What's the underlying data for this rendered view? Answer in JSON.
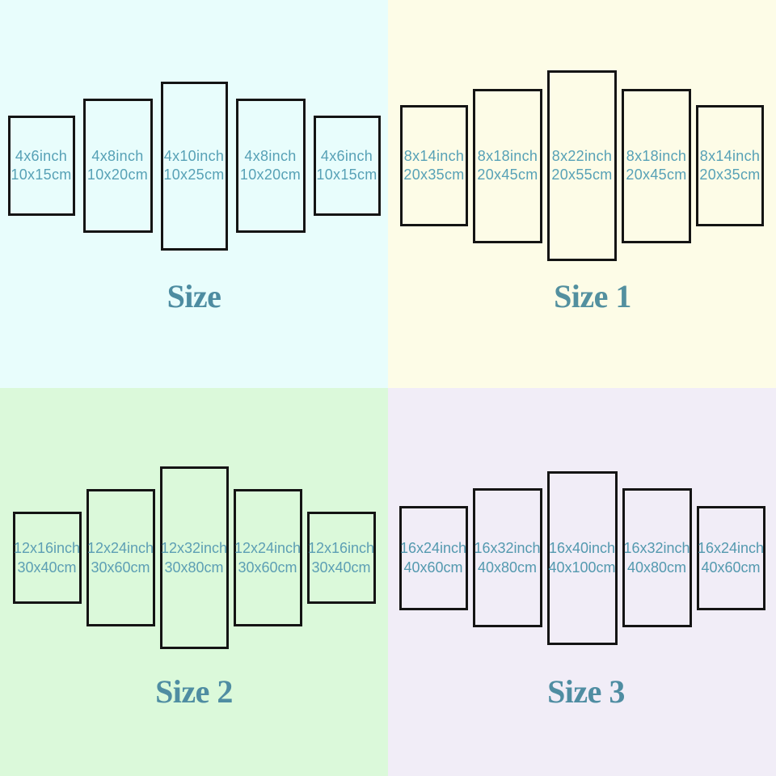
{
  "image_type": "canvas-wall-art-5-panel-size-chart",
  "quadrants": [
    {
      "title": "Size",
      "background": "#e8fdfc",
      "panel_text_color": "#57a1b6",
      "title_color": "#4d8ca1",
      "panels": [
        {
          "line1": "4x6inch",
          "line2": "10x15cm"
        },
        {
          "line1": "4x8inch",
          "line2": "10x20cm"
        },
        {
          "line1": "4x10inch",
          "line2": "10x25cm"
        },
        {
          "line1": "4x8inch",
          "line2": "10x20cm"
        },
        {
          "line1": "4x6inch",
          "line2": "10x15cm"
        }
      ]
    },
    {
      "title": "Size 1",
      "background": "#fdfce7",
      "panel_text_color": "#57a1b6",
      "title_color": "#53909f",
      "panels": [
        {
          "line1": "8x14inch",
          "line2": "20x35cm"
        },
        {
          "line1": "8x18inch",
          "line2": "20x45cm"
        },
        {
          "line1": "8x22inch",
          "line2": "20x55cm"
        },
        {
          "line1": "8x18inch",
          "line2": "20x45cm"
        },
        {
          "line1": "8x14inch",
          "line2": "20x35cm"
        }
      ]
    },
    {
      "title": "Size 2",
      "background": "#dbf9da",
      "panel_text_color": "#5d9fb4",
      "title_color": "#4f8da2",
      "panels": [
        {
          "line1": "12x16inch",
          "line2": "30x40cm"
        },
        {
          "line1": "12x24inch",
          "line2": "30x60cm"
        },
        {
          "line1": "12x32inch",
          "line2": "30x80cm"
        },
        {
          "line1": "12x24inch",
          "line2": "30x60cm"
        },
        {
          "line1": "12x16inch",
          "line2": "30x40cm"
        }
      ]
    },
    {
      "title": "Size 3",
      "background": "#f1edf7",
      "panel_text_color": "#5499af",
      "title_color": "#4f8da2",
      "panels": [
        {
          "line1": "16x24inch",
          "line2": "40x60cm"
        },
        {
          "line1": "16x32inch",
          "line2": "40x80cm"
        },
        {
          "line1": "16x40inch",
          "line2": "40x100cm"
        },
        {
          "line1": "16x32inch",
          "line2": "40x80cm"
        },
        {
          "line1": "16x24inch",
          "line2": "40x60cm"
        }
      ]
    }
  ],
  "colors": {
    "panel_border": "#141414",
    "accent_teal_title": "#4f8da2",
    "accent_teal_text": "#57a1b6"
  }
}
